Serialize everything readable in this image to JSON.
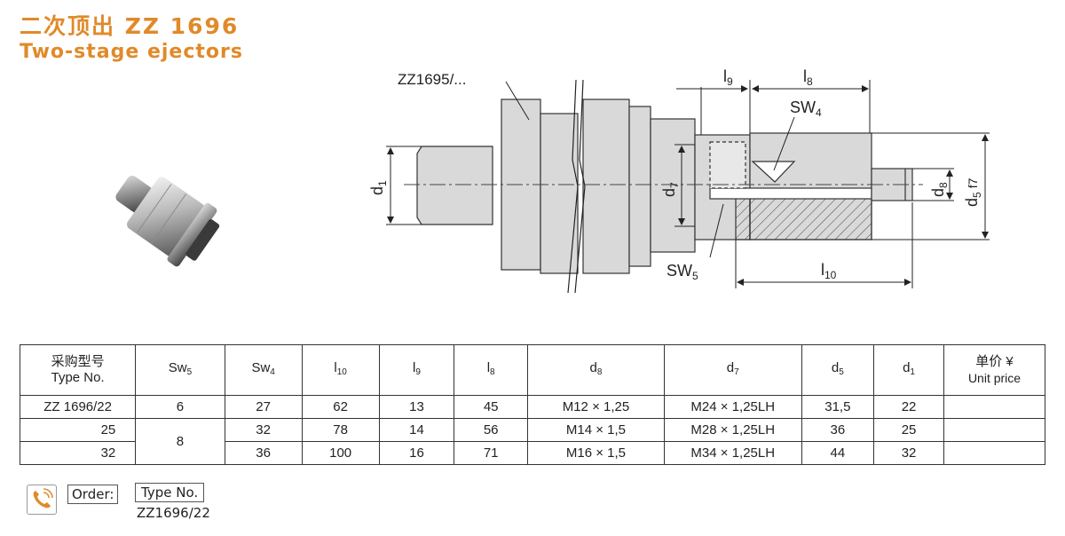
{
  "title": {
    "cn": "二次顶出 ZZ 1696",
    "en": "Two-stage ejectors"
  },
  "drawing": {
    "ref_label": "ZZ1695/...",
    "labels": {
      "l9": "l",
      "l9_sub": "9",
      "l8": "l",
      "l8_sub": "8",
      "sw4": "SW",
      "sw4_sub": "4",
      "sw5": "SW",
      "sw5_sub": "5",
      "l10": "l",
      "l10_sub": "10",
      "d1": "d",
      "d1_sub": "1",
      "d7": "d",
      "d7_sub": "7",
      "d8": "d",
      "d8_sub": "8",
      "d5": "d",
      "d5_sub": "5",
      "d5_tol": "f7"
    }
  },
  "table": {
    "header": {
      "type_cn": "采购型号",
      "type_en": "Type No.",
      "cols": [
        {
          "main": "Sw",
          "sub": "5"
        },
        {
          "main": "Sw",
          "sub": "4"
        },
        {
          "main": "l",
          "sub": "10"
        },
        {
          "main": "l",
          "sub": "9"
        },
        {
          "main": "l",
          "sub": "8"
        },
        {
          "main": "d",
          "sub": "8"
        },
        {
          "main": "d",
          "sub": "7"
        },
        {
          "main": "d",
          "sub": "5"
        },
        {
          "main": "d",
          "sub": "1"
        }
      ],
      "price_cn": "单价 ¥",
      "price_en": "Unit price"
    },
    "rows": [
      {
        "type": "ZZ 1696/22",
        "sw5": "6",
        "sw4": "27",
        "l10": "62",
        "l9": "13",
        "l8": "45",
        "d8": "M12 × 1,25",
        "d7": "M24 × 1,25LH",
        "d5": "31,5",
        "d1": "22",
        "price": ""
      },
      {
        "type": "25",
        "sw5": "8",
        "sw4": "32",
        "l10": "78",
        "l9": "14",
        "l8": "56",
        "d8": "M14 × 1,5",
        "d7": "M28 × 1,25LH",
        "d5": "36",
        "d1": "25",
        "price": ""
      },
      {
        "type": "32",
        "sw4": "36",
        "l10": "100",
        "l9": "16",
        "l8": "71",
        "d8": "M16 × 1,5",
        "d7": "M34 × 1,25LH",
        "d5": "44",
        "d1": "32",
        "price": ""
      }
    ]
  },
  "order": {
    "label": "Order:",
    "type_label": "Type No.",
    "type_value": "ZZ1696/22",
    "icon": "phone-icon"
  },
  "colors": {
    "accent": "#e08a2a",
    "part_fill": "#d9d9d9",
    "outline": "#333333"
  }
}
